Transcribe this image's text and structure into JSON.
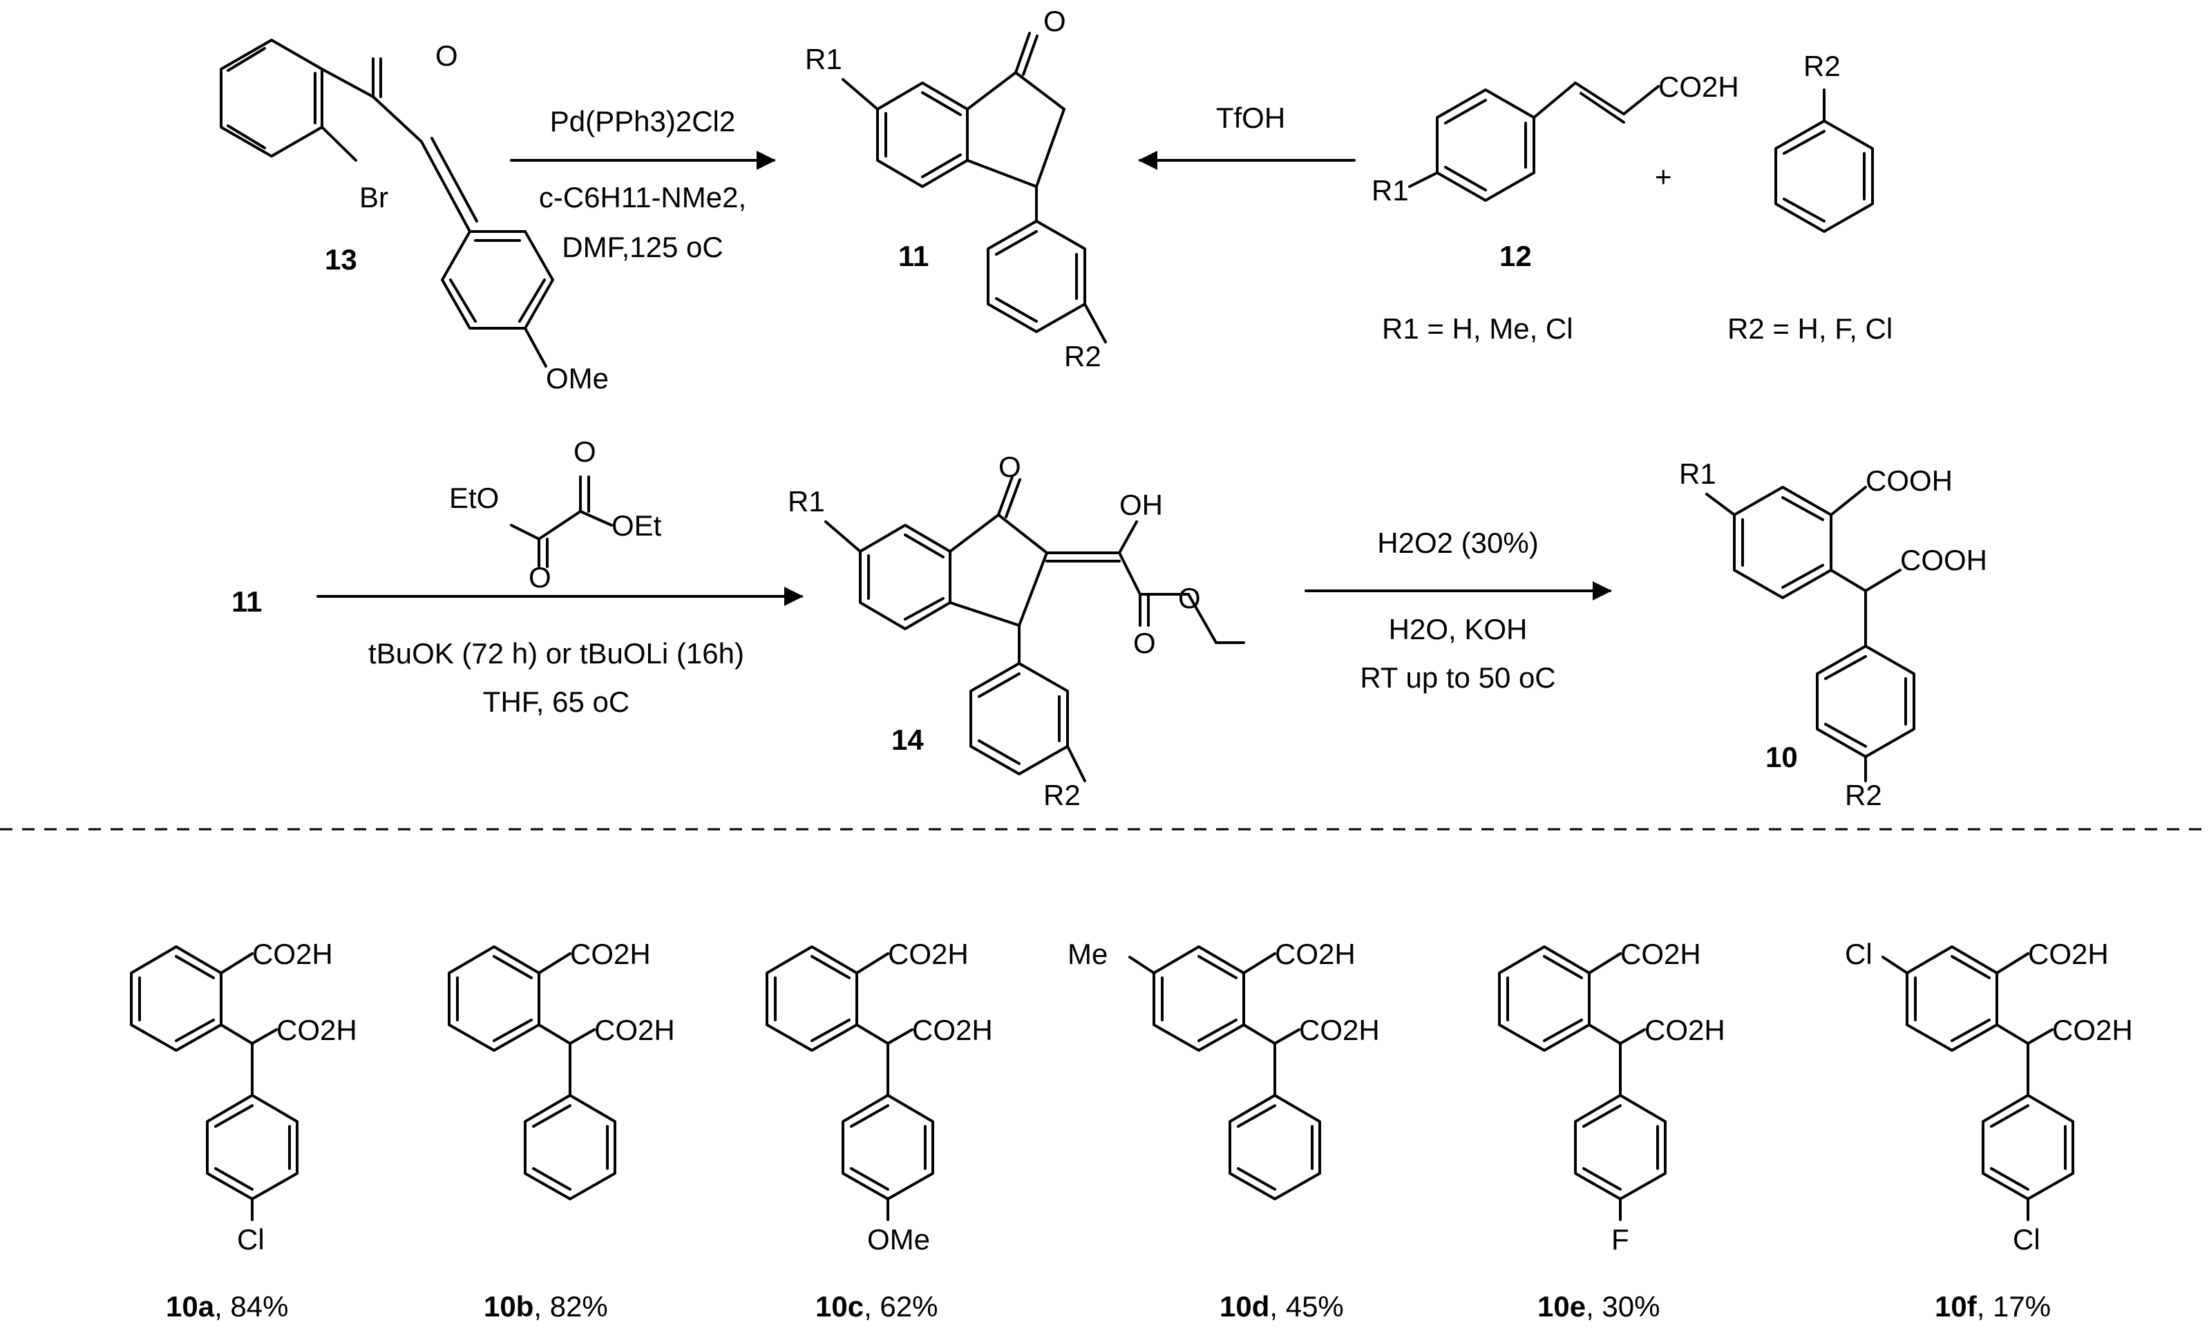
{
  "scheme": {
    "compounds": {
      "c13": "13",
      "c11_top": "11",
      "c12": "12",
      "c11_mid": "11",
      "c14": "14",
      "c10": "10"
    },
    "reaction1": {
      "line1": "Pd(PPh3)2Cl2",
      "line2": "c-C6H11-NMe2,",
      "line3": "DMF,125 oC"
    },
    "reaction2": {
      "reagent": "TfOH"
    },
    "reaction3": {
      "reagent_groups": {
        "left": "EtO",
        "right": "OEt"
      },
      "line1": "tBuOK (72 h) or tBuOLi (16h)",
      "line2": "THF, 65 oC"
    },
    "reaction4": {
      "line1": "H2O2 (30%)",
      "line2": "H2O, KOH",
      "line3": "RT up to 50 oC"
    },
    "substituents": {
      "r1_values": "R1 = H, Me, Cl",
      "r2_values": "R2 = H, F, Cl",
      "plus": "+"
    },
    "groups": {
      "r1": "R1",
      "r2": "R2",
      "oxo": "O",
      "hydroxy": "OH",
      "br": "Br",
      "ome": "OMe",
      "cooh": "COOH",
      "co2h": "CO2H",
      "cl": "Cl",
      "f": "F",
      "me": "Me"
    },
    "products": [
      {
        "label": "10a",
        "yield": ", 84%"
      },
      {
        "label": "10b",
        "yield": ", 82%"
      },
      {
        "label": "10c",
        "yield": ", 62%"
      },
      {
        "label": "10d",
        "yield": ", 45%"
      },
      {
        "label": "10e",
        "yield": ", 30%"
      },
      {
        "label": "10f",
        "yield": ", 17%"
      }
    ]
  }
}
